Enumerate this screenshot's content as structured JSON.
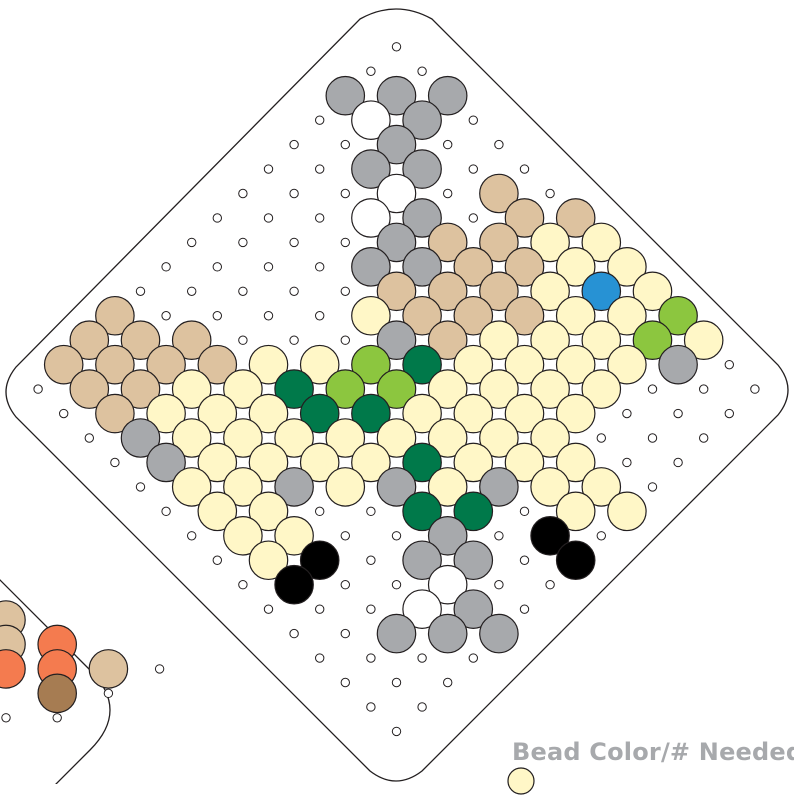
{
  "legend": {
    "title": "Bead Color/# Needed:",
    "first_swatch_color": "#FFF7C7"
  },
  "colors": {
    "tan": "#DDC29F",
    "cream": "#FFF7C7",
    "gray": "#A7A9AC",
    "white": "#FFFFFF",
    "dark_green": "#00794A",
    "light_green": "#8CC63F",
    "blue": "#2792D4",
    "black": "#000000",
    "orange": "#F47B4F",
    "brown": "#A67C52",
    "pegboard_outline": "#231F20"
  },
  "pattern": {
    "rows": [
      "...............o...............",
      "..............o.o..............",
      ".............g.g.g.............",
      "............o.w.g.o............",
      "...........o.o.g.o.o...........",
      "..........o.o.g.g.o.o..........",
      ".........o.o.o.w.o.t.o.........",
      "........o.o.o.w.g.o.t.t........",
      ".......o.o.o.o.g.t.t.c.c.......",
      "......o.o.o.o.g.g.t.t.c.c......",
      ".....o.o.o.o.o.t.t.t.c.b.c.....",
      "....t.o.o.o.o.c.t.t.t.c.c.L....",
      "...t.t.t.o.o.o.g.t.c.c.c.L.c...",
      "..t.t.t.t.c.c.L.D.c.c.c.c.g.o..",
      ".o.t.t.c.c.D.L.L.c.c.c.c.o.o.o.",
      "..o.t.c.c.c.D.D.c.c.c.c.o.o.o..",
      "...o.g.c.c.c.c.c.c.c.c.o.o.o...",
      "....o.g.c.c.c.c.D.c.c.c.o.o....",
      ".....o.c.c.g.c.g.c.g.c.c.o.....",
      "......o.c.c.o.o.D.D.o.c.c......",
      ".......o.c.c.o.o.g.o.k.o.......",
      "........o.c.k.o.g.g.o.k........",
      ".........o.k.o.o.w.o.o.........",
      "..........o.o.o.w.g.o..........",
      "...........o.o.g.g.g...........",
      "............o.o.o.o............",
      ".............o.o.o.............",
      "..............o.o..............",
      "...............o..............."
    ]
  },
  "second_board": {
    "rows": [
      "t....",
      "t.O..",
      "O.O.t.o",
      "..B.o..",
      "o.o...."
    ]
  }
}
